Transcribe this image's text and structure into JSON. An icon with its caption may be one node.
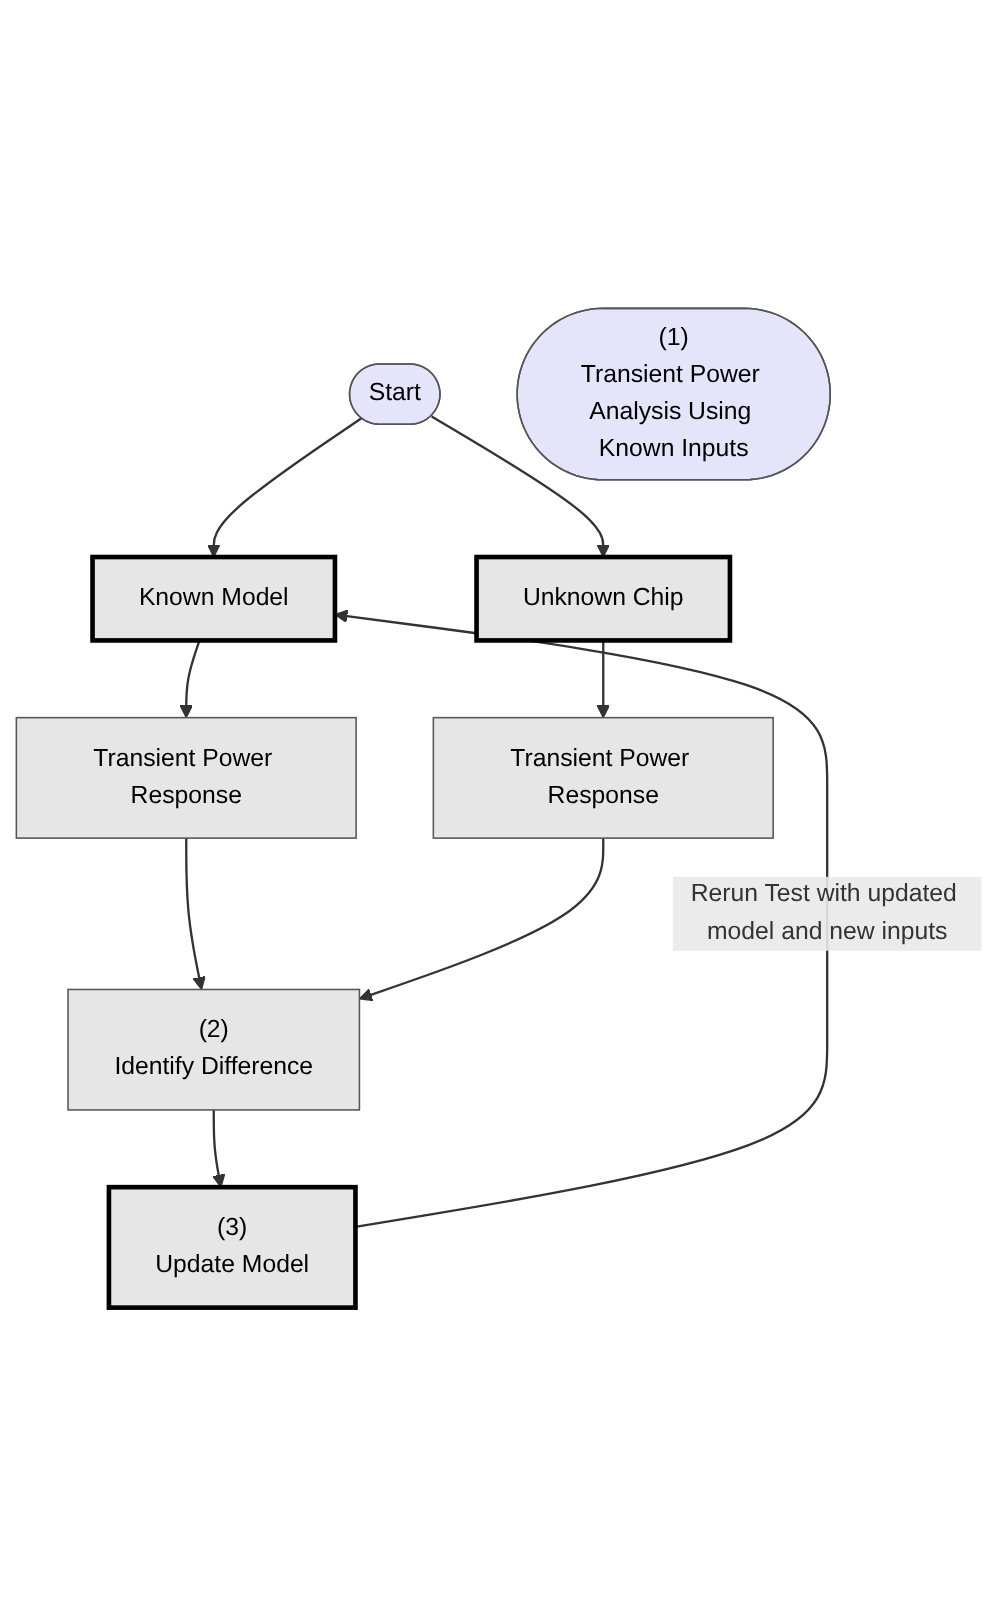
{
  "diagram": {
    "nodes": [
      {
        "text": [
          "Start"
        ]
      },
      {
        "text": [
          "Known Model"
        ]
      },
      {
        "text": [
          "Unknown Chip"
        ]
      },
      {
        "text": [
          "(1)",
          "Transient Power Analysis Using Known Inputs"
        ]
      },
      {
        "text": [
          "Transient Power Response"
        ]
      },
      {
        "text": [
          "Transient Power Response"
        ]
      },
      {
        "text": [
          "(2)",
          "Identify Difference"
        ]
      },
      {
        "text": [
          "(3)",
          "Update Model"
        ]
      }
    ],
    "edges": [
      {
        "from": 0,
        "to": 1,
        "arrow": "to"
      },
      {
        "from": 0,
        "to": 2,
        "arrow": "to"
      },
      {
        "from": 1,
        "to": 4,
        "arrow": "to"
      },
      {
        "from": 2,
        "to": 5,
        "arrow": "to"
      },
      {
        "from": 4,
        "to": 6,
        "arrow": "to"
      },
      {
        "from": 5,
        "to": 6,
        "arrow": "to"
      },
      {
        "from": 6,
        "to": 7,
        "arrow": "to"
      },
      {
        "from": 7,
        "to": 1,
        "arrow": "to",
        "label": "Rerun Test with updated model and new inputs"
      }
    ]
  }
}
